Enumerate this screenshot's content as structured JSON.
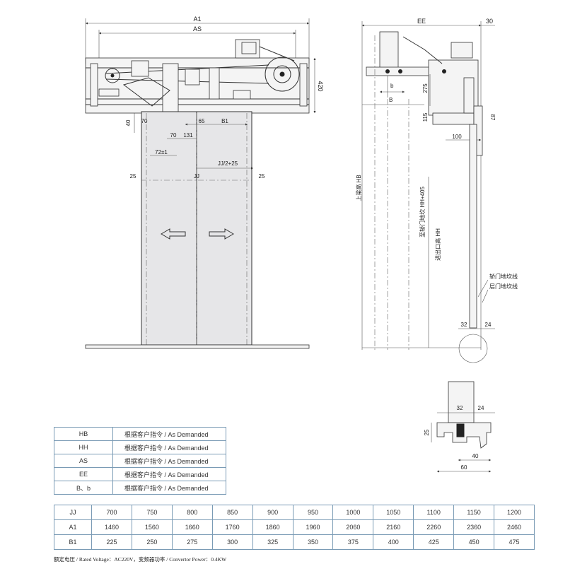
{
  "front_view": {
    "dims": {
      "a1": "A1",
      "as": "AS",
      "h420": "420",
      "d40": "40",
      "d70a": "70",
      "d65": "65",
      "b1": "B1",
      "d70b": "70",
      "d131": "131",
      "d72": "72±1",
      "jj_half": "JJ/2+25",
      "d25_left": "25",
      "jj": "JJ",
      "d25_right": "25"
    }
  },
  "side_view": {
    "dims": {
      "ee": "EE",
      "d30": "30",
      "d275": "275",
      "b_small": "b",
      "b_big": "B",
      "d115": "115",
      "d87": "87",
      "d100": "100",
      "hb_label": "上梁高 HB",
      "hh405_label": "至轿门地坎 HH+405",
      "hh_label": "进出口高 HH",
      "car_sill": "轿门地坎线",
      "landing_sill": "层门地坎线",
      "d32": "32",
      "d24": "24"
    }
  },
  "detail_view": {
    "dims": {
      "d32": "32",
      "d24": "24",
      "d25": "25",
      "d40": "40",
      "d60": "60"
    }
  },
  "spec_table": {
    "rows": [
      {
        "key": "HB",
        "value": "根据客户指令 / As Demanded"
      },
      {
        "key": "HH",
        "value": "根据客户指令 / As Demanded"
      },
      {
        "key": "AS",
        "value": "根据客户指令 / As Demanded"
      },
      {
        "key": "EE",
        "value": "根据客户指令 / As Demanded"
      },
      {
        "key": "B、b",
        "value": "根据客户指令 / As Demanded"
      }
    ]
  },
  "size_table": {
    "rows": [
      {
        "header": "JJ",
        "values": [
          "700",
          "750",
          "800",
          "850",
          "900",
          "950",
          "1000",
          "1050",
          "1100",
          "1150",
          "1200"
        ]
      },
      {
        "header": "A1",
        "values": [
          "1460",
          "1560",
          "1660",
          "1760",
          "1860",
          "1960",
          "2060",
          "2160",
          "2260",
          "2360",
          "2460"
        ]
      },
      {
        "header": "B1",
        "values": [
          "225",
          "250",
          "275",
          "300",
          "325",
          "350",
          "375",
          "400",
          "425",
          "450",
          "475"
        ]
      }
    ]
  },
  "footer": {
    "note": "额定电压 / Rated Voltage：AC220V，变频器功率 / Convertor Power：0.4KW"
  }
}
